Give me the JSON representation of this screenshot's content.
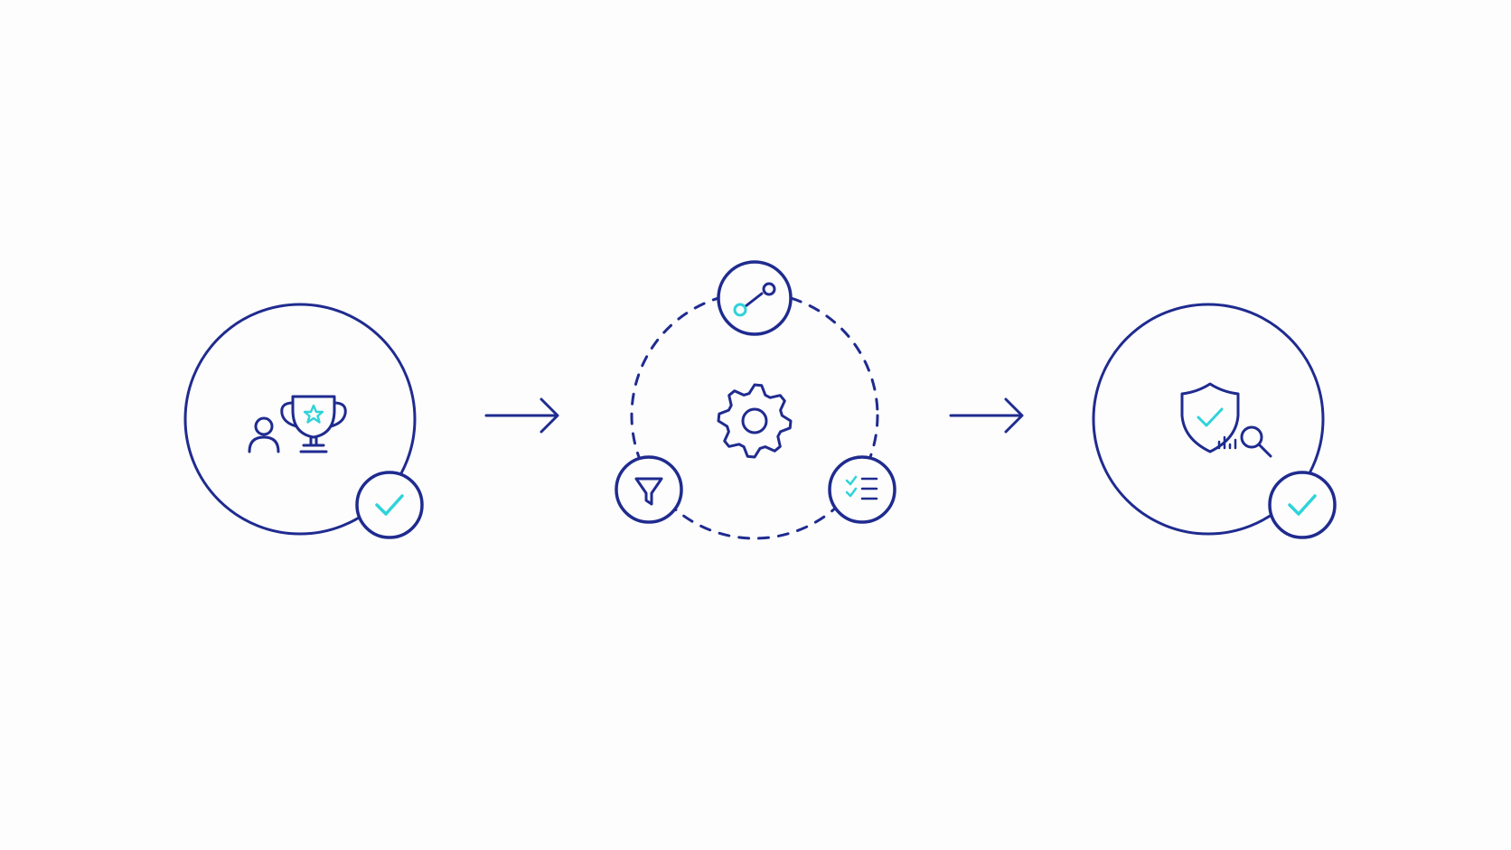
{
  "colors": {
    "background": "#fdfdfd",
    "primary": "#1f2b8f",
    "accent": "#2ed3d9"
  },
  "diagram": {
    "stages": [
      {
        "id": "stage-1",
        "icons": [
          "person-icon",
          "trophy-icon",
          "star-icon"
        ],
        "badge": "check-icon"
      },
      {
        "id": "stage-2",
        "center_icon": "gear-icon",
        "orbit_icons": [
          "node-link-icon",
          "funnel-icon",
          "checklist-icon"
        ],
        "orbit_style": "dashed"
      },
      {
        "id": "stage-3",
        "icons": [
          "shield-check-icon",
          "bar-chart-icon",
          "magnifier-icon"
        ],
        "badge": "check-icon"
      }
    ],
    "connectors": [
      "arrow-right-icon",
      "arrow-right-icon"
    ]
  }
}
